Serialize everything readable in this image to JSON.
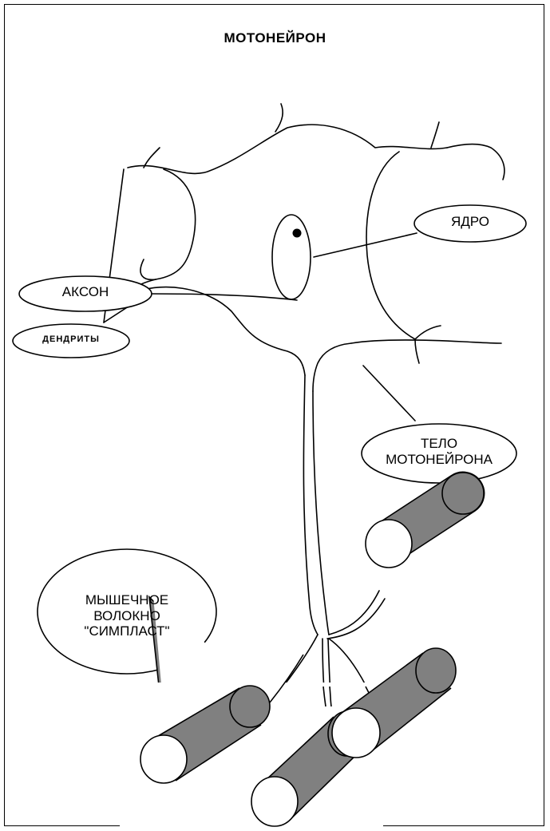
{
  "title": "МОТОНЕЙРОН",
  "labels": {
    "nucleus": "ЯДРО",
    "dendrites": "ДЕНДРИТЫ",
    "axon": "АКСОН",
    "body_line1": "ТЕЛО",
    "body_line2": "МОТОНЕЙРОНА",
    "fiber_line1": "МЫШЕЧНОЕ",
    "fiber_line2": "ВОЛОКНО",
    "fiber_line3": "\"СИМПЛАСТ\""
  },
  "colors": {
    "line": "#000000",
    "muscle_fiber": "#808080",
    "background": "#ffffff"
  }
}
